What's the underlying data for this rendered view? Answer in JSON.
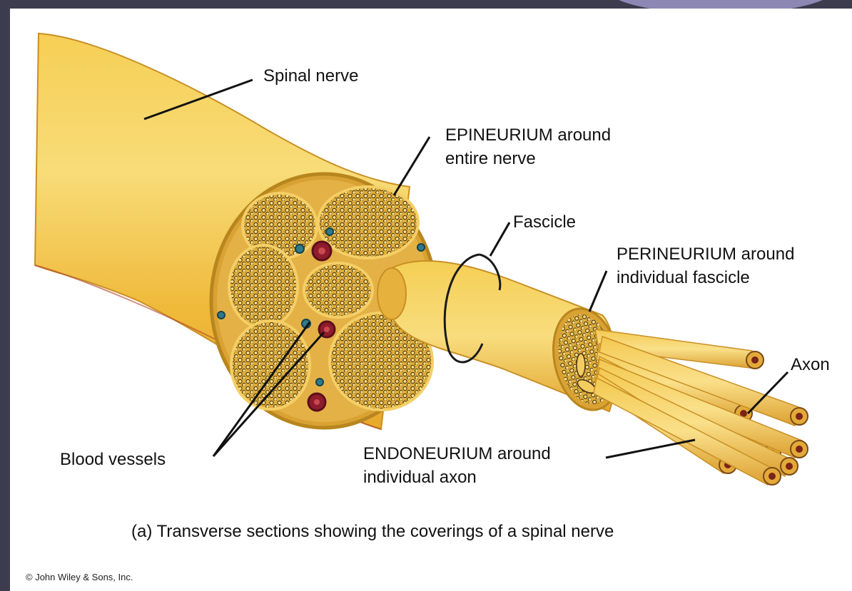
{
  "labels": {
    "spinal_nerve": "Spinal nerve",
    "epineurium_line1": "EPINEURIUM around",
    "epineurium_line2": "entire nerve",
    "fascicle": "Fascicle",
    "perineurium_line1": "PERINEURIUM around",
    "perineurium_line2": "individual fascicle",
    "axon": "Axon",
    "blood_vessels": "Blood vessels",
    "endoneurium_line1": "ENDONEURIUM around",
    "endoneurium_line2": "individual axon"
  },
  "caption": "(a) Transverse sections showing the coverings of a spinal nerve",
  "copyright": "© John Wiley & Sons, Inc.",
  "colors": {
    "slide_background": "#3c3c4e",
    "slide_accent": "#8d88b3",
    "nerve_yellow": "#f2bf3c",
    "nerve_light": "#f8da70",
    "nerve_edge": "#b8861e",
    "fascicle_fill": "#d9a430",
    "axon_dot": "#3a2a10",
    "vessel_red": "#8e1c2c",
    "vessel_blue": "#2e7a8a"
  }
}
